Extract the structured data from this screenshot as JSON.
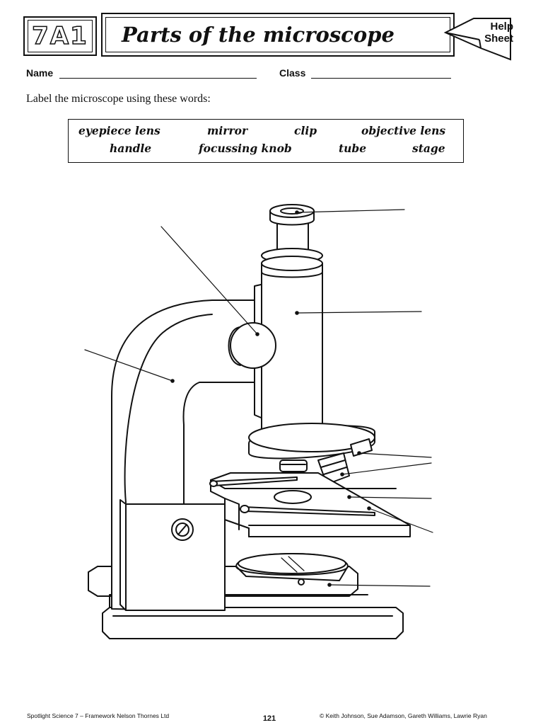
{
  "header": {
    "code": "7A1",
    "title": "Parts of the microscope",
    "help_line1": "Help",
    "help_line2": "Sheet"
  },
  "fields": {
    "name_label": "Name",
    "class_label": "Class"
  },
  "instruction": "Label the microscope using these words:",
  "word_bank": {
    "row1": [
      "eyepiece lens",
      "mirror",
      "clip",
      "objective lens"
    ],
    "row2": [
      "handle",
      "focussing knob",
      "tube",
      "stage"
    ]
  },
  "footer": {
    "left": "Spotlight Science 7 – Framework   Nelson Thornes Ltd",
    "page_number": "121",
    "right": "© Keith Johnson, Sue Adamson, Gareth Williams, Lawrie Ryan"
  }
}
